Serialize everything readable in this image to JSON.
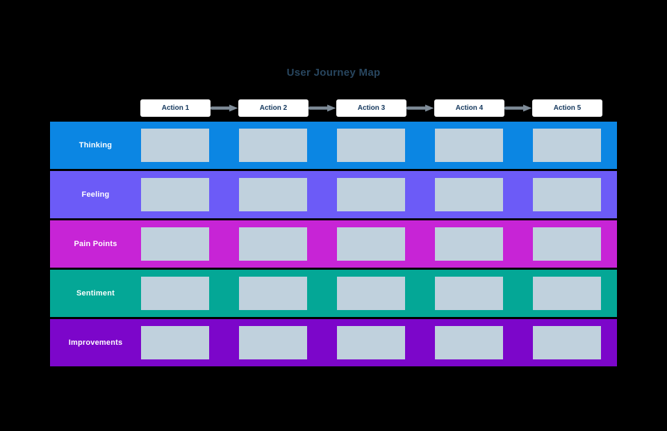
{
  "title": "User Journey Map",
  "actions": [
    "Action 1",
    "Action 2",
    "Action 3",
    "Action 4",
    "Action 5"
  ],
  "rows": [
    {
      "label": "Thinking",
      "color": "#0b86e3"
    },
    {
      "label": "Feeling",
      "color": "#6c5bf7"
    },
    {
      "label": "Pain Points",
      "color": "#c724d6"
    },
    {
      "label": "Sentiment",
      "color": "#04a796"
    },
    {
      "label": "Improvements",
      "color": "#7c06ca"
    }
  ],
  "colors": {
    "background": "#000000",
    "title_text": "#28465f",
    "action_box_bg": "#ffffff",
    "action_box_text": "#12365c",
    "arrow": "#7e8b97",
    "cell": "#c0d1dd",
    "row_label_text": "#ffffff"
  }
}
